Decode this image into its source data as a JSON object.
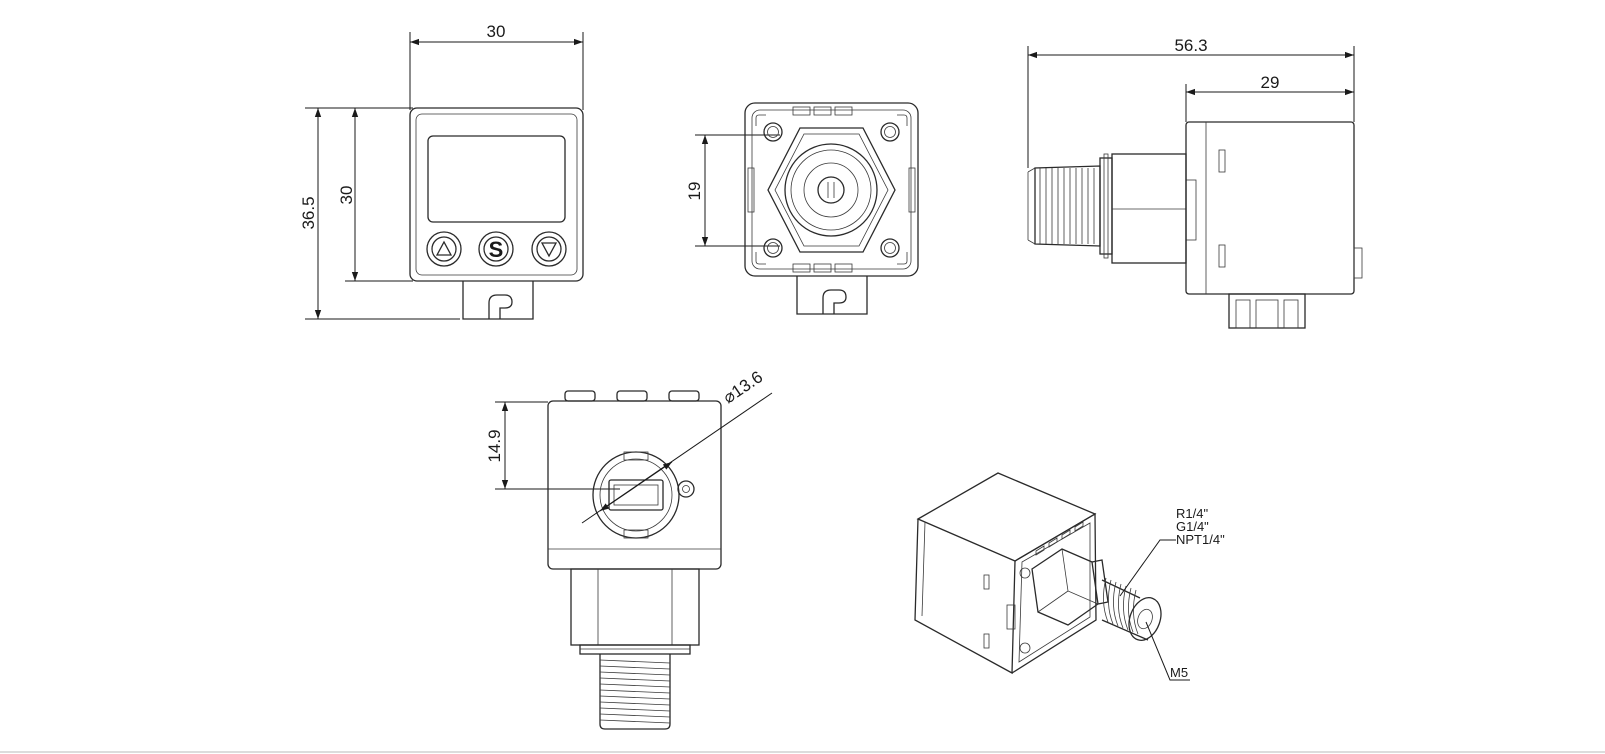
{
  "front_view": {
    "width_dim": "30",
    "height_dim": "30",
    "total_height_dim": "36.5",
    "button_s_label": "S",
    "icons": [
      "up-arrow-icon",
      "set-button-icon",
      "down-arrow-icon"
    ]
  },
  "back_view": {
    "hole_spacing_dim": "19"
  },
  "side_view": {
    "overall_length_dim": "56.3",
    "body_length_dim": "29"
  },
  "bottom_view": {
    "connector_height_dim": "14.9",
    "connector_diameter_dim": "⌀13.6"
  },
  "iso_view": {
    "thread_options": [
      "R1/4\"",
      "G1/4\"",
      "NPT1/4\""
    ],
    "port_label": "M5"
  }
}
